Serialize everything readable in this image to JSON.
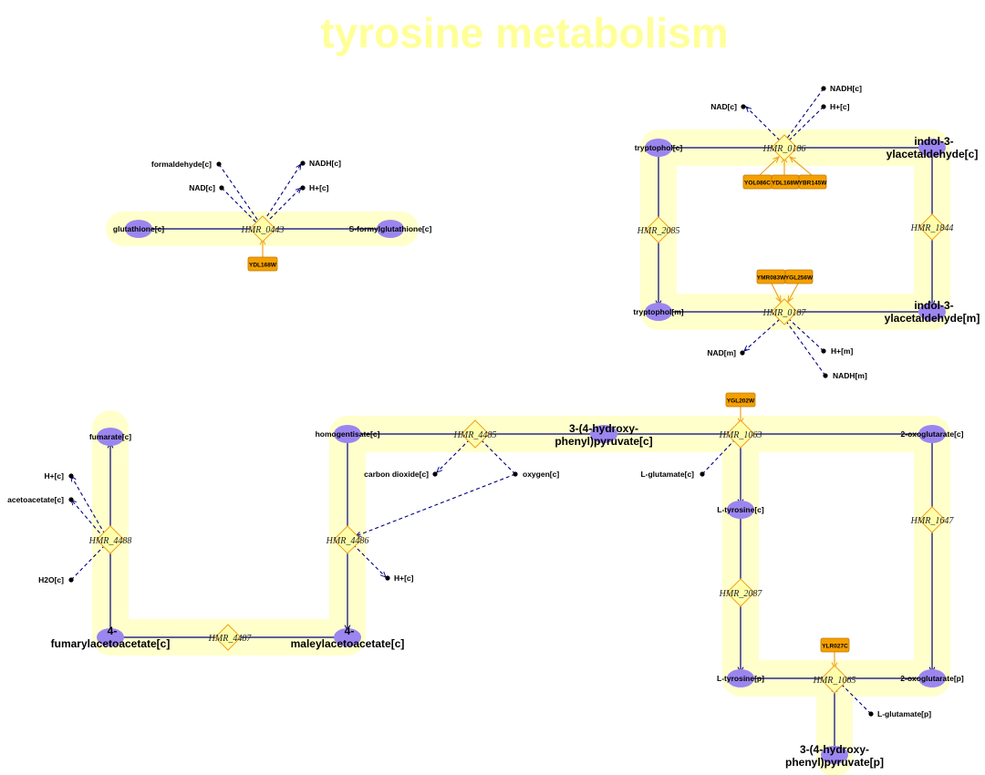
{
  "title": "tyrosine metabolism",
  "colors": {
    "pathway_band": "#ffffcc",
    "title": "#ffff99",
    "metabolite_node": "#9b86f0",
    "reaction_node": "#ffffaa",
    "reaction_border": "#f0a020",
    "gene_box": "#f5a000",
    "edge": "#000080"
  },
  "reactions": {
    "r0443": "HMR_0443",
    "r0186": "HMR_0186",
    "r0187": "HMR_0187",
    "r2085": "HMR_2085",
    "r1844": "HMR_1844",
    "r4485": "HMR_4485",
    "r1063": "HMR_1063",
    "r4486": "HMR_4486",
    "r4488": "HMR_4488",
    "r4487": "HMR_4487",
    "r2087": "HMR_2087",
    "r1647": "HMR_1647",
    "r1065": "HMR_1065"
  },
  "metabolites": {
    "glutathione_c": "glutathione[c]",
    "s_formylglutathione_c": "S-formylglutathione[c]",
    "formaldehyde_c": "formaldehyde[c]",
    "nad_c_1": "NAD[c]",
    "nadh_c_1": "NADH[c]",
    "h_c_1": "H+[c]",
    "tryptophol_c": "tryptophol[c]",
    "indol_c_1": "indol-3-",
    "indol_c_2": "ylacetaldehyde[c]",
    "nad_c_2": "NAD[c]",
    "nadh_c_2": "NADH[c]",
    "h_c_2": "H+[c]",
    "tryptophol_m": "tryptophol[m]",
    "indol_m_1": "indol-3-",
    "indol_m_2": "ylacetaldehyde[m]",
    "nad_m": "NAD[m]",
    "h_m": "H+[m]",
    "nadh_m": "NADH[m]",
    "fumarate_c": "fumarate[c]",
    "h_c_3": "H+[c]",
    "acetoacetate_c": "acetoacetate[c]",
    "h2o_c": "H2O[c]",
    "fumarylacetoacetate_1": "4-",
    "fumarylacetoacetate_2": "fumarylacetoacetate[c]",
    "homogentisate_c": "homogentisate[c]",
    "co2_c": "carbon dioxide[c]",
    "oxygen_c": "oxygen[c]",
    "h_c_4": "H+[c]",
    "maleylacetoacetate_1": "4-",
    "maleylacetoacetate_2": "maleylacetoacetate[c]",
    "hpp_c_1": "3-(4-hydroxy-",
    "hpp_c_2": "phenyl)pyruvate[c]",
    "oxoglutarate_c": "2-oxoglutarate[c]",
    "glutamate_c": "L-glutamate[c]",
    "tyrosine_c": "L-tyrosine[c]",
    "tyrosine_p": "L-tyrosine[p]",
    "oxoglutarate_p": "2-oxoglutarate[p]",
    "glutamate_p": "L-glutamate[p]",
    "hpp_p_1": "3-(4-hydroxy-",
    "hpp_p_2": "phenyl)pyruvate[p]"
  },
  "genes": {
    "g0443": "YDL168W",
    "g0186_a": "YOL086C",
    "g0186_b": "YDL168W",
    "g0186_c": "YBR145W",
    "g0187_a": "YMR083W",
    "g0187_b": "YGL256W",
    "g1063": "YGL202W",
    "g1065": "YLR027C"
  }
}
